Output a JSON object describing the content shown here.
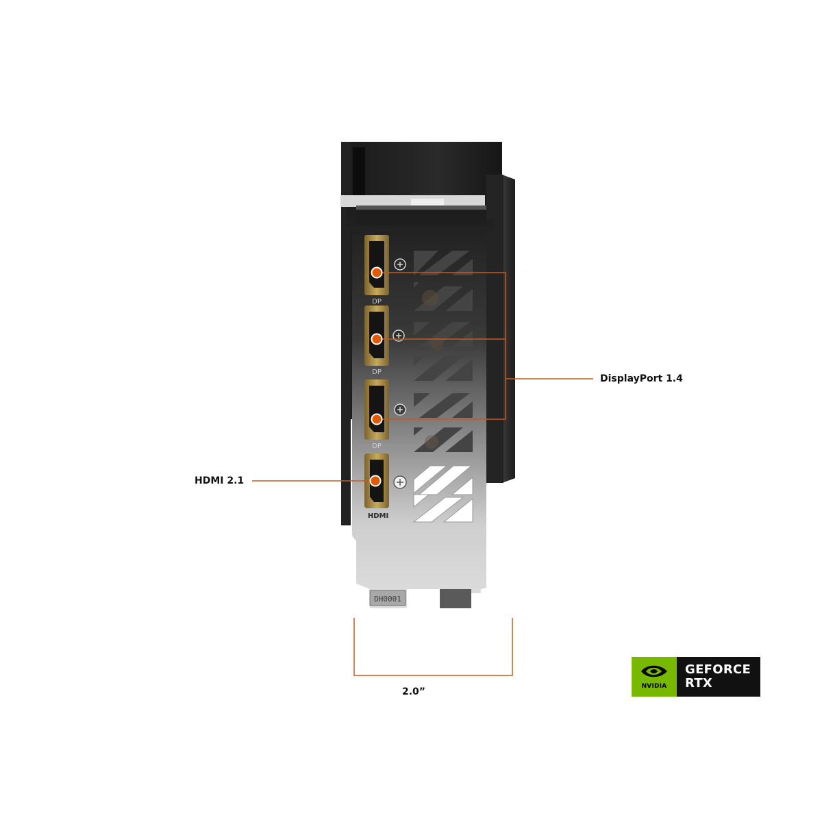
{
  "callouts": {
    "displayport": "DisplayPort 1.4",
    "hdmi": "HDMI 2.1",
    "width": "2.0”"
  },
  "port_labels": {
    "dp": "DP",
    "hdmi": "HDMI",
    "bracket_code": "DH0001"
  },
  "badge": {
    "brand": "NVIDIA",
    "line1": "GEFORCE",
    "line2": "RTX",
    "icon": "nvidia-eye-icon"
  },
  "colors": {
    "accent": "#e05a00",
    "callout_line": "#c65a1e",
    "nvidia_green": "#76b900",
    "badge_dark": "#111111"
  }
}
